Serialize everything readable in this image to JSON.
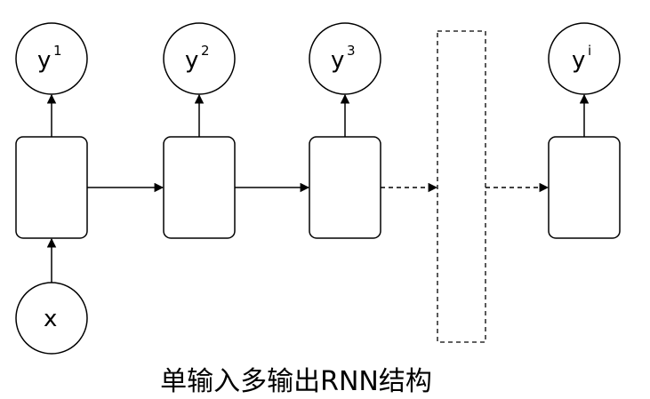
{
  "nodes": {
    "outputs": [
      {
        "base": "y",
        "sup": "1"
      },
      {
        "base": "y",
        "sup": "2"
      },
      {
        "base": "y",
        "sup": "3"
      },
      {
        "base": "y",
        "sup": "i"
      }
    ],
    "input": {
      "label": "x"
    }
  },
  "caption": "单输入多输出RNN结构"
}
